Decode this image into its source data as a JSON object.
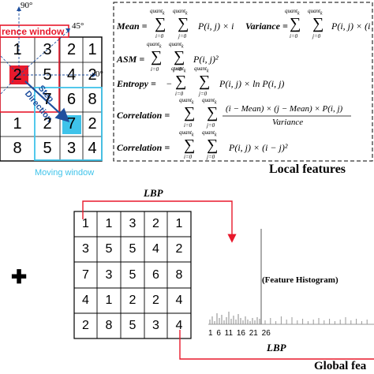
{
  "glcm": {
    "angle_90": "90°",
    "angle_45": "45°",
    "angle_0": "0°",
    "ref_window_label": "rence window",
    "step_label": "Step",
    "direction_label": "Direction",
    "moving_window_label": "Moving window",
    "grid": [
      [
        "1",
        "3",
        "2",
        "1"
      ],
      [
        "2",
        "5",
        "4",
        "2"
      ],
      [
        "",
        "7",
        "6",
        "8"
      ],
      [
        "1",
        "2",
        "7",
        "2"
      ],
      [
        "8",
        "5",
        "3",
        "4"
      ]
    ],
    "colors": {
      "reference": "#e8192c",
      "moving": "#3fc3ea",
      "arrow": "#1f4f9e"
    }
  },
  "formulas": {
    "mean": "Mean =",
    "variance": "Variance =",
    "asm": "ASM =",
    "entropy": "Entropy =",
    "correlation1": "Correlation =",
    "correlation2": "Correlation =",
    "quant": "quant",
    "k": "k",
    "i0": "i=0",
    "j0": "j=0",
    "mean_term": "P(i, j) × i",
    "variance_term": "P(i, j) × (i",
    "asm_term": "P(i, j)²",
    "entropy_term": "P(i, j) × ln P(i, j)",
    "corr_num": "(i − Mean) × (j − Mean) × P(i, j)",
    "corr_den": "Variance",
    "corr2_term": "P(i, j) × (i − j)²",
    "minus": "−"
  },
  "local_features": "Local features",
  "lbp": {
    "top_label": "LBP",
    "bottom_label": "LBP",
    "grid": [
      [
        "1",
        "1",
        "3",
        "2",
        "1"
      ],
      [
        "3",
        "5",
        "5",
        "4",
        "2"
      ],
      [
        "7",
        "3",
        "5",
        "6",
        "8"
      ],
      [
        "4",
        "1",
        "2",
        "2",
        "4"
      ],
      [
        "2",
        "8",
        "5",
        "3",
        "4"
      ]
    ],
    "arrow_color": "#e8192c"
  },
  "plus_symbol": "✚",
  "histogram": {
    "label": "(Feature Histogram)",
    "x_ticks": [
      "1",
      "6",
      "11",
      "16",
      "21",
      "26"
    ],
    "x_ticks_text": "1  6 11 16 21 26"
  },
  "global_features": "Global fea"
}
